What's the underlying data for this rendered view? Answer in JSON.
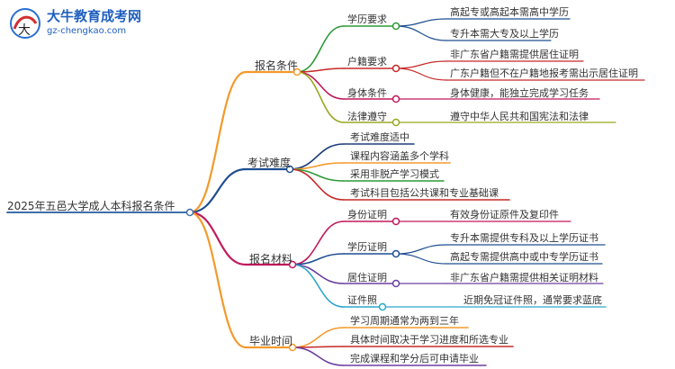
{
  "logo": {
    "title": "大牛教育成考网",
    "url": "gz-chengkao.com"
  },
  "mindmap": {
    "root": "2025年五邑大学成人本科报名条件",
    "branches": [
      {
        "label": "报名条件",
        "color": "#f39a2b",
        "children": [
          {
            "label": "学历要求",
            "color": "#2e9a36",
            "children": [
              {
                "label": "高起专或高起本需高中学历",
                "color": "#1e4f91"
              },
              {
                "label": "专升本需大专及以上学历",
                "color": "#1e4f91"
              }
            ]
          },
          {
            "label": "户籍要求",
            "color": "#c62828",
            "children": [
              {
                "label": "非广东省户籍需提供居住证明",
                "color": "#c62828"
              },
              {
                "label": "广东户籍但不在户籍地报考需出示居住证明",
                "color": "#c62828"
              }
            ]
          },
          {
            "label": "身体条件",
            "color": "#c2185b",
            "children": [
              {
                "label": "身体健康，能独立完成学习任务",
                "color": "#c2185b"
              }
            ]
          },
          {
            "label": "法律遵守",
            "color": "#9aa81f",
            "children": [
              {
                "label": "遵守中华人民共和国宪法和法律",
                "color": "#9aa81f"
              }
            ]
          }
        ]
      },
      {
        "label": "考试难度",
        "color": "#1e4f91",
        "children": [
          {
            "label": "考试难度适中",
            "color": "#1e3e7a",
            "children": []
          },
          {
            "label": "课程内容涵盖多个学科",
            "color": "#f39a2b",
            "children": []
          },
          {
            "label": "采用非脱产学习模式",
            "color": "#2e9a36",
            "children": []
          },
          {
            "label": "考试科目包括公共课和专业基础课",
            "color": "#c62828",
            "children": []
          }
        ]
      },
      {
        "label": "报名材料",
        "color": "#c2185b",
        "children": [
          {
            "label": "身份证明",
            "color": "#c2185b",
            "children": [
              {
                "label": "有效身份证原件及复印件",
                "color": "#c2185b"
              }
            ]
          },
          {
            "label": "学历证明",
            "color": "#1e4f91",
            "children": [
              {
                "label": "专升本需提供专科及以上学历证书",
                "color": "#1e4f91"
              },
              {
                "label": "高起专需提供高中或中专学历证书",
                "color": "#1e4f91"
              }
            ]
          },
          {
            "label": "居住证明",
            "color": "#6a3fa0",
            "children": [
              {
                "label": "非广东省户籍需提供相关证明材料",
                "color": "#6a3fa0"
              }
            ]
          },
          {
            "label": "证件照",
            "color": "#2aa7c9",
            "children": [
              {
                "label": "近期免冠证件照，通常要求蓝底",
                "color": "#2aa7c9"
              }
            ]
          }
        ]
      },
      {
        "label": "毕业时间",
        "color": "#f39a2b",
        "children": [
          {
            "label": "学习周期通常为两到三年",
            "color": "#f39a2b",
            "children": []
          },
          {
            "label": "具体时间取决于学习进度和所选专业",
            "color": "#c62828",
            "children": []
          },
          {
            "label": "完成课程和学分后可申请毕业",
            "color": "#6a3fa0",
            "children": []
          }
        ]
      }
    ]
  }
}
